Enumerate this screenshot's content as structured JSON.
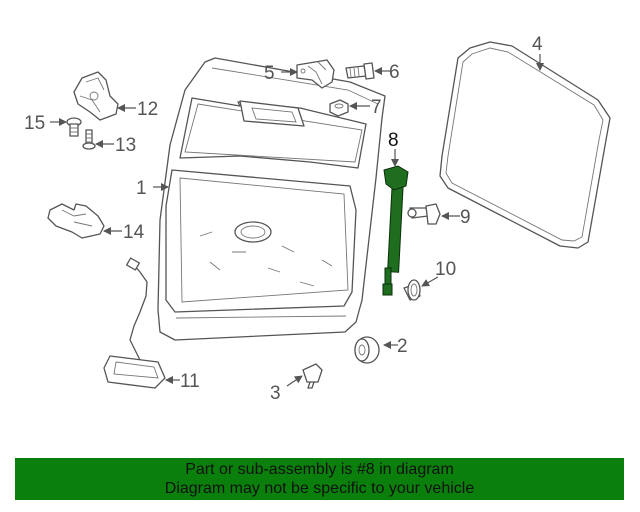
{
  "diagram": {
    "highlight_color": "#1f6e1f",
    "callouts": [
      {
        "id": "1",
        "text": "1"
      },
      {
        "id": "2",
        "text": "2"
      },
      {
        "id": "3",
        "text": "3"
      },
      {
        "id": "4",
        "text": "4"
      },
      {
        "id": "5",
        "text": "5"
      },
      {
        "id": "6",
        "text": "6"
      },
      {
        "id": "7",
        "text": "7"
      },
      {
        "id": "8",
        "text": "8"
      },
      {
        "id": "9",
        "text": "9"
      },
      {
        "id": "10",
        "text": "10"
      },
      {
        "id": "11",
        "text": "11"
      },
      {
        "id": "12",
        "text": "12"
      },
      {
        "id": "13",
        "text": "13"
      },
      {
        "id": "14",
        "text": "14"
      },
      {
        "id": "15",
        "text": "15"
      }
    ]
  },
  "banner": {
    "line1": "Part or sub-assembly is #8 in diagram",
    "line2": "Diagram may not be specific to your vehicle",
    "background": "#0b7f0b"
  }
}
